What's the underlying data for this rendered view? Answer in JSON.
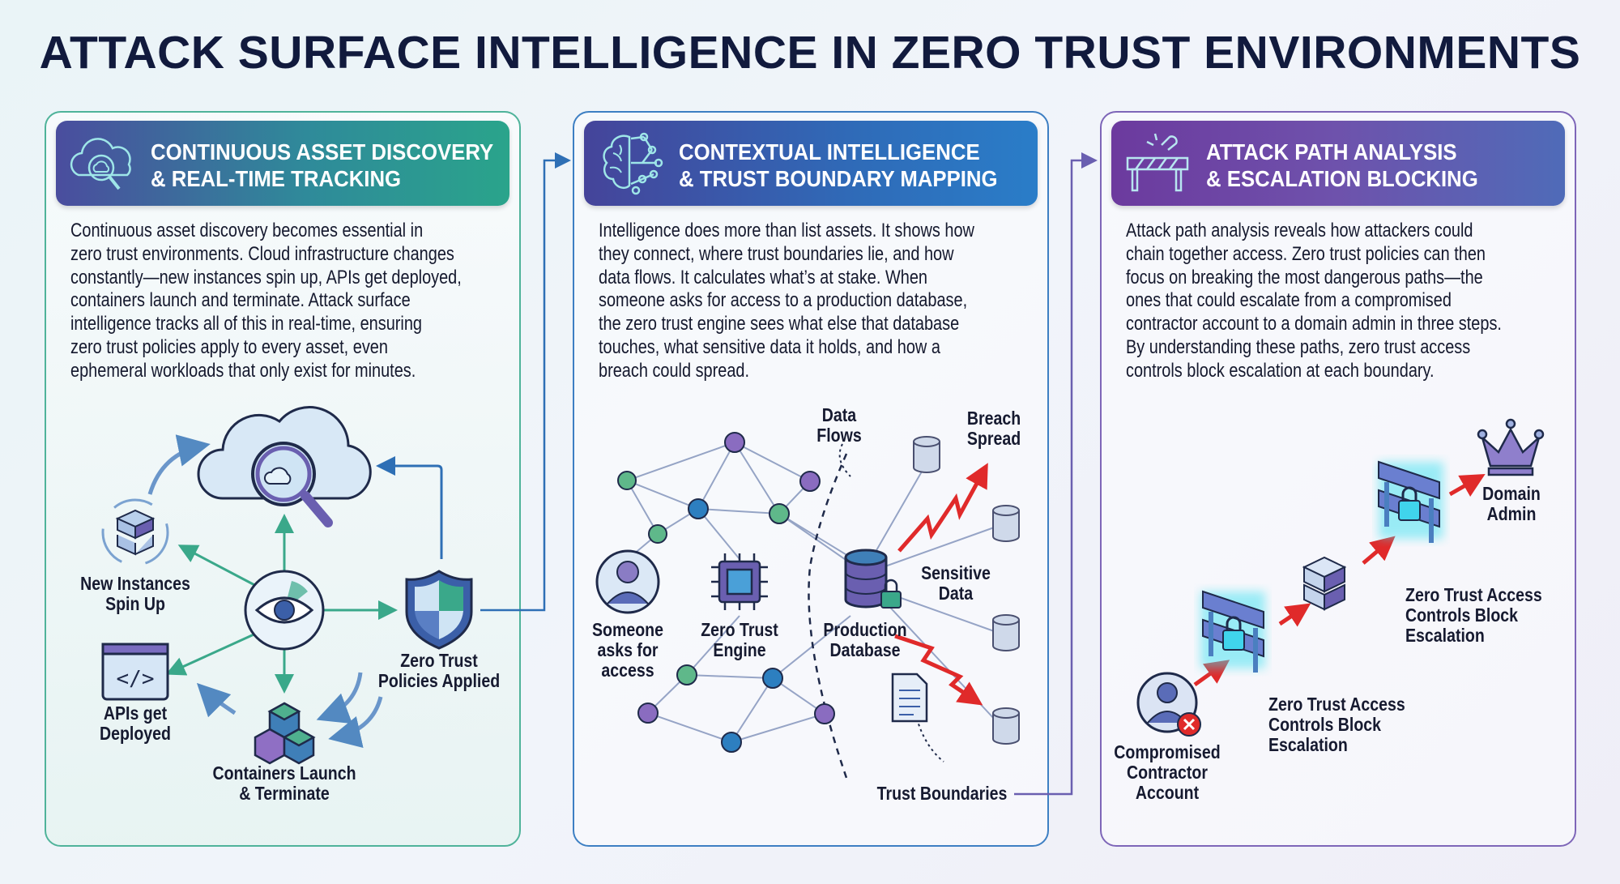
{
  "title": "ATTACK SURFACE INTELLIGENCE IN ZERO TRUST ENVIRONMENTS",
  "panels": [
    {
      "heading": [
        "CONTINUOUS ASSET DISCOVERY",
        "& REAL-TIME TRACKING"
      ],
      "icon": "cloud-search-icon",
      "body": [
        "Continuous asset discovery becomes essential in",
        "zero trust environments. Cloud infrastructure changes",
        "constantly—new instances spin up, APIs get deployed,",
        "containers launch and terminate. Attack surface",
        "intelligence tracks all of this in real-time, ensuring",
        "zero trust policies apply to every asset, even",
        "ephemeral workloads that only exist for minutes."
      ],
      "labels": {
        "instances": [
          "New Instances",
          "Spin Up"
        ],
        "apis": [
          "APIs get",
          "Deployed"
        ],
        "containers": [
          "Containers Launch",
          "& Terminate"
        ],
        "policies": [
          "Zero Trust",
          "Policies Applied"
        ]
      }
    },
    {
      "heading": [
        "CONTEXTUAL INTELLIGENCE",
        "& TRUST BOUNDARY MAPPING"
      ],
      "icon": "brain-network-icon",
      "body": [
        "Intelligence does more than list assets. It shows how",
        "they connect, where trust boundaries lie, and how",
        "data flows. It calculates what’s at stake. When",
        "someone asks for access to a production database,",
        "the zero trust engine sees what else that database",
        "touches, what sensitive data it holds, and how a",
        "breach could spread."
      ],
      "labels": {
        "someone": [
          "Someone",
          "asks for",
          "access"
        ],
        "engine": [
          "Zero Trust",
          "Engine"
        ],
        "database": [
          "Production",
          "Database"
        ],
        "flows": [
          "Data",
          "Flows"
        ],
        "breach": [
          "Breach",
          "Spread"
        ],
        "sensitive": [
          "Sensitive",
          "Data"
        ],
        "boundaries": [
          "Trust Boundaries"
        ]
      }
    },
    {
      "heading": [
        "ATTACK PATH ANALYSIS",
        "& ESCALATION BLOCKING"
      ],
      "icon": "barrier-icon",
      "body": [
        "Attack path analysis reveals how attackers could",
        "chain together access. Zero trust policies can then",
        "focus on breaking the most dangerous paths—the",
        "ones that could escalate from a compromised",
        "contractor account to a domain admin in three steps.",
        "By understanding these paths, zero trust access",
        "controls block escalation at each boundary."
      ],
      "labels": {
        "contractor": [
          "Compromised",
          "Contractor",
          "Account"
        ],
        "block1": [
          "Zero Trust Access",
          "Controls Block",
          "Escalation"
        ],
        "block2": [
          "Zero Trust Access",
          "Controls Block",
          "Escalation"
        ],
        "admin": [
          "Domain",
          "Admin"
        ]
      }
    }
  ],
  "colors": {
    "green": "#3aa88a",
    "blue": "#2e6fb5",
    "purple": "#7d5fb8",
    "red": "#e02a2a",
    "navy": "#111a3d"
  }
}
